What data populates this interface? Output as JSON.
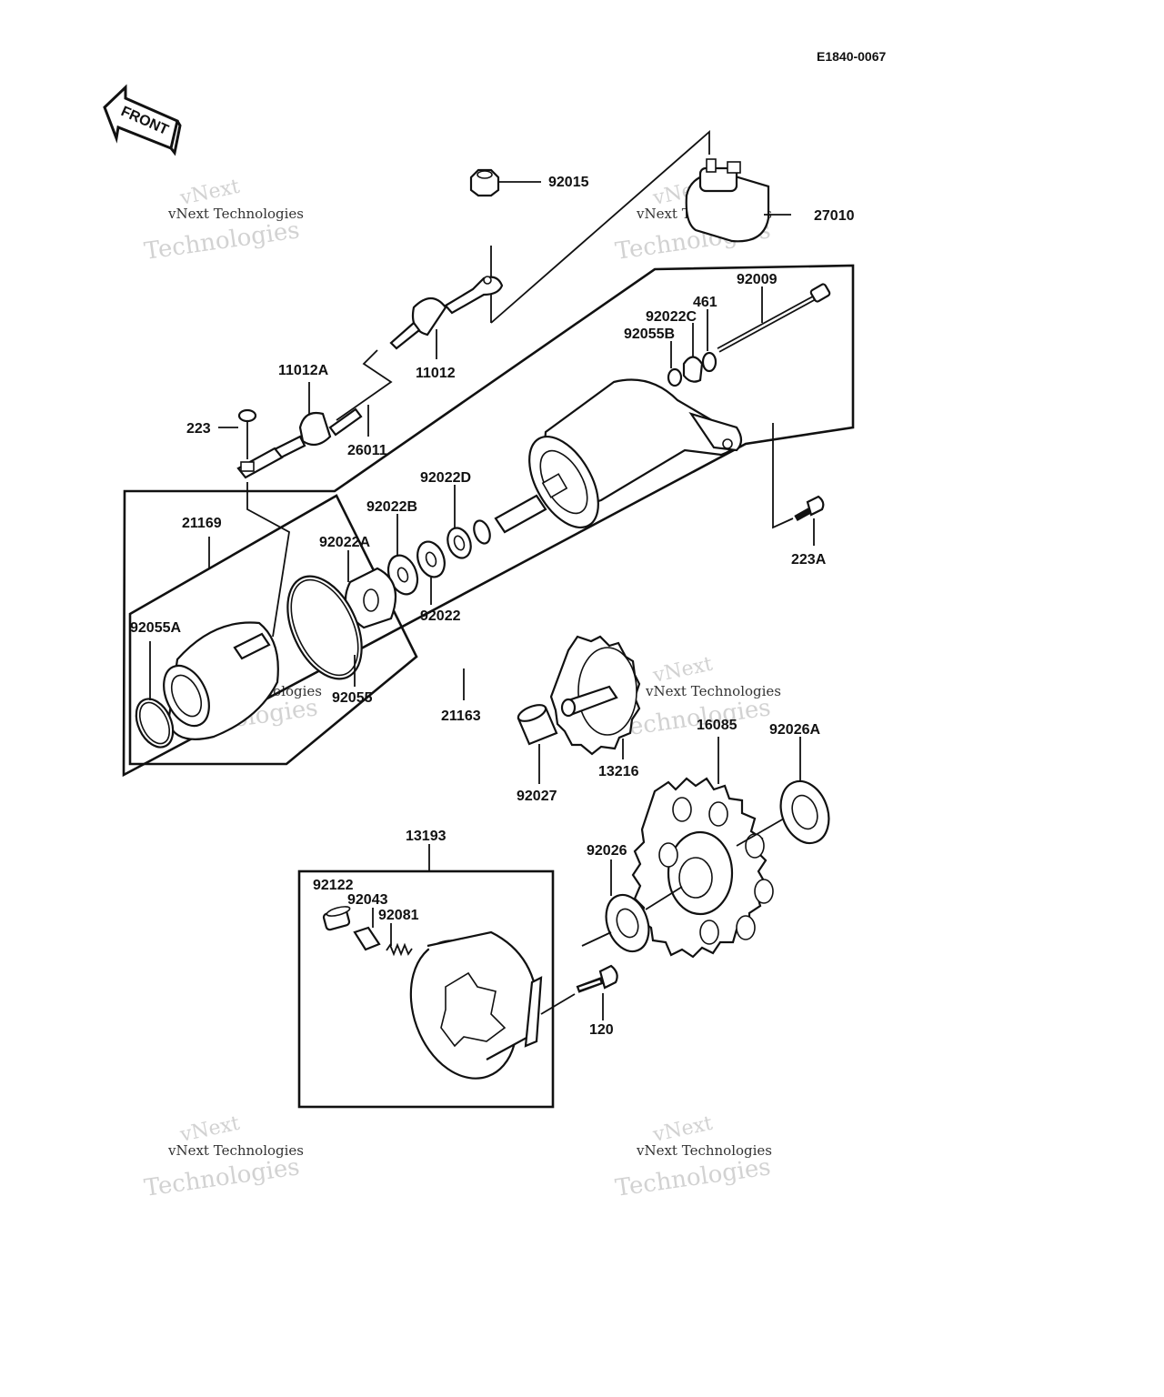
{
  "diagram_code": "E1840-0067",
  "front_label": "FRONT",
  "watermark": {
    "line1": "vNext Technologies",
    "line2": "Technologies",
    "small": "vNext"
  },
  "parts": {
    "p92015": "92015",
    "p27010": "27010",
    "p92009": "92009",
    "p461": "461",
    "p92022C": "92022C",
    "p92055B": "92055B",
    "p11012A": "11012A",
    "p11012": "11012",
    "p223": "223",
    "p26011": "26011",
    "p92022D": "92022D",
    "p92022B": "92022B",
    "p21169": "21169",
    "p92022A": "92022A",
    "p223A": "223A",
    "p92022": "92022",
    "p92055A": "92055A",
    "p92055": "92055",
    "p21163": "21163",
    "p16085": "16085",
    "p92026A": "92026A",
    "p13216": "13216",
    "p92027": "92027",
    "p13193": "13193",
    "p92026": "92026",
    "p92122": "92122",
    "p92043": "92043",
    "p92081": "92081",
    "p120": "120"
  }
}
